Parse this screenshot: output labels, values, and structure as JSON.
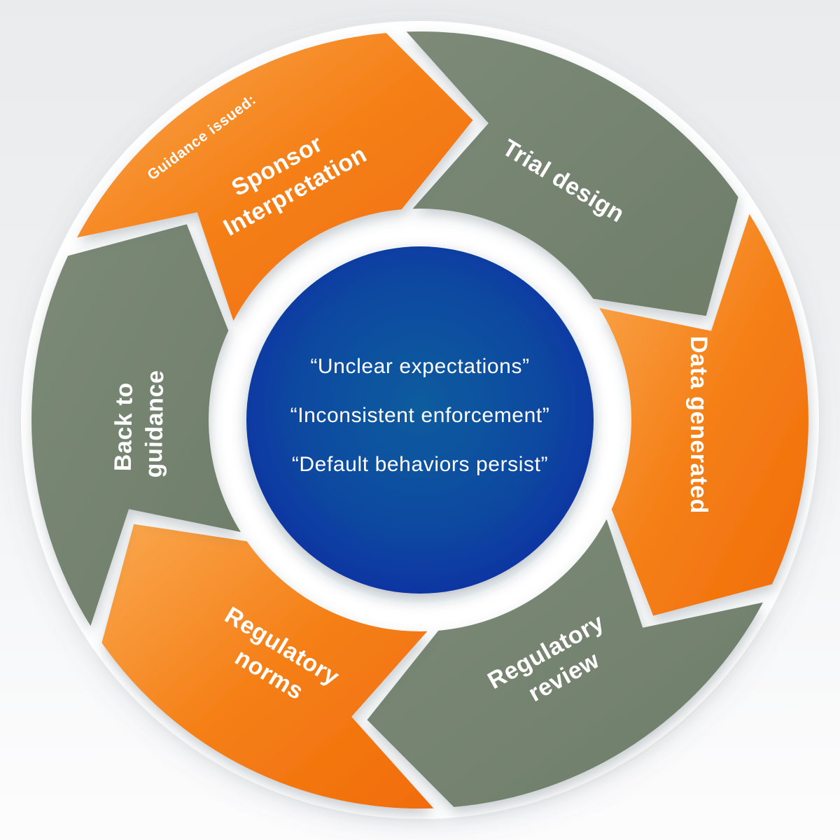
{
  "diagram": {
    "type": "cycle",
    "direction": "clockwise",
    "center_circle": {
      "quotes": [
        "“Unclear expectations”",
        "“Inconsistent enforcement”",
        "“Default behaviors persist”"
      ]
    },
    "segments": [
      {
        "id": "trial-design",
        "lines": [
          "Trial design"
        ],
        "color_scheme": "sage-green"
      },
      {
        "id": "data-generated",
        "lines": [
          "Data generated"
        ],
        "color_scheme": "orange"
      },
      {
        "id": "regulatory-review",
        "lines": [
          "Regulatory",
          "review"
        ],
        "color_scheme": "sage-green"
      },
      {
        "id": "regulatory-norms",
        "lines": [
          "Regulatory",
          "norms"
        ],
        "color_scheme": "orange"
      },
      {
        "id": "back-to-guidance",
        "lines": [
          "Back to",
          "guidance"
        ],
        "color_scheme": "sage-green"
      },
      {
        "id": "sponsor-interpretation",
        "lines": [
          "Sponsor",
          "Interpretation"
        ],
        "annotation": "Guidance issued:",
        "color_scheme": "orange"
      }
    ],
    "colors": {
      "orange_light": "#f9a84f",
      "orange_mid": "#f58018",
      "orange_dark": "#f16c09",
      "green_light": "#7c8a77",
      "green_dark": "#6e7d69",
      "blue_center": "#0c5c9e",
      "blue_mid": "#0b4aa0",
      "blue_edge": "#0a2da4",
      "ring_white": "#ffffff",
      "label_text": "#ffffff"
    }
  }
}
